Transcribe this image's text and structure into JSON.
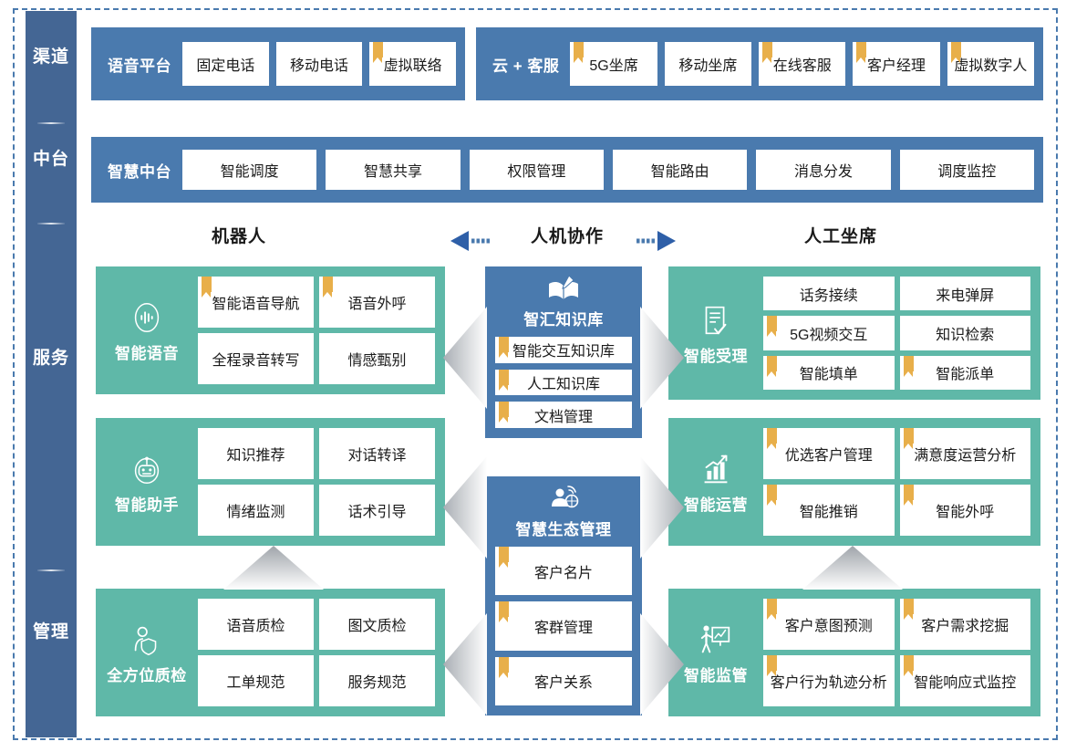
{
  "colors": {
    "blue": "#4A7AAE",
    "blue_dark": "#446694",
    "green": "#5FB8A8",
    "ribbon": "#E8AF4A",
    "white": "#FFFFFF",
    "frame_dash": "#4A7AAE"
  },
  "rail": {
    "items": [
      {
        "label": "渠道"
      },
      {
        "label": "中台"
      },
      {
        "label": "服务"
      },
      {
        "label": "管理"
      }
    ]
  },
  "channel_row": {
    "groups": [
      {
        "title": "语音平台",
        "cells": [
          {
            "label": "固定电话",
            "ribbon": false
          },
          {
            "label": "移动电话",
            "ribbon": false
          },
          {
            "label": "虚拟联络",
            "ribbon": true
          }
        ]
      },
      {
        "title": "云 + 客服",
        "cells": [
          {
            "label": "5G坐席",
            "ribbon": true
          },
          {
            "label": "移动坐席",
            "ribbon": false
          },
          {
            "label": "在线客服",
            "ribbon": true
          },
          {
            "label": "客户经理",
            "ribbon": true
          },
          {
            "label": "虚拟数字人",
            "ribbon": true
          }
        ]
      }
    ]
  },
  "platform_row": {
    "title": "智慧中台",
    "cells": [
      {
        "label": "智能调度",
        "ribbon": false
      },
      {
        "label": "智慧共享",
        "ribbon": false
      },
      {
        "label": "权限管理",
        "ribbon": false
      },
      {
        "label": "智能路由",
        "ribbon": false
      },
      {
        "label": "消息分发",
        "ribbon": false
      },
      {
        "label": "调度监控",
        "ribbon": false
      }
    ]
  },
  "column_headers": {
    "left": "机器人",
    "center": "人机协作",
    "right": "人工坐席",
    "arrow_left_icon": "arrow-left-icon",
    "arrow_right_icon": "arrow-right-icon"
  },
  "left_panels": [
    {
      "label": "智能语音",
      "icon": "voice-wave-icon",
      "layout": "2x2",
      "cells": [
        {
          "label": "智能语音导航",
          "ribbon": true
        },
        {
          "label": "语音外呼",
          "ribbon": true
        },
        {
          "label": "全程录音转写",
          "ribbon": false
        },
        {
          "label": "情感甄别",
          "ribbon": false
        }
      ]
    },
    {
      "label": "智能助手",
      "icon": "robot-icon",
      "layout": "2x2",
      "cells": [
        {
          "label": "知识推荐",
          "ribbon": false
        },
        {
          "label": "对话转译",
          "ribbon": false
        },
        {
          "label": "情绪监测",
          "ribbon": false
        },
        {
          "label": "话术引导",
          "ribbon": false
        }
      ]
    },
    {
      "label": "全方位质检",
      "icon": "person-shield-icon",
      "layout": "2x2",
      "cells": [
        {
          "label": "语音质检",
          "ribbon": false
        },
        {
          "label": "图文质检",
          "ribbon": false
        },
        {
          "label": "工单规范",
          "ribbon": false
        },
        {
          "label": "服务规范",
          "ribbon": false
        }
      ]
    }
  ],
  "center_columns": [
    {
      "title": "智汇知识库",
      "icon": "open-book-pen-icon",
      "items": [
        {
          "label": "智能交互知识库",
          "ribbon": true
        },
        {
          "label": "人工知识库",
          "ribbon": true
        },
        {
          "label": "文档管理",
          "ribbon": true
        }
      ]
    },
    {
      "title": "智慧生态管理",
      "icon": "ecosystem-person-icon",
      "items": [
        {
          "label": "客户名片",
          "ribbon": true
        },
        {
          "label": "客群管理",
          "ribbon": true
        },
        {
          "label": "客户关系",
          "ribbon": true
        }
      ]
    }
  ],
  "right_panels": [
    {
      "label": "智能受理",
      "icon": "form-check-icon",
      "layout": "2x3",
      "cells": [
        {
          "label": "话务接续",
          "ribbon": false
        },
        {
          "label": "来电弹屏",
          "ribbon": false
        },
        {
          "label": "5G视频交互",
          "ribbon": true
        },
        {
          "label": "知识检索",
          "ribbon": false
        },
        {
          "label": "智能填单",
          "ribbon": true
        },
        {
          "label": "智能派单",
          "ribbon": true
        }
      ]
    },
    {
      "label": "智能运营",
      "icon": "bar-chart-trend-icon",
      "layout": "2x2",
      "cells": [
        {
          "label": "优选客户管理",
          "ribbon": true
        },
        {
          "label": "满意度运营分析",
          "ribbon": true
        },
        {
          "label": "智能推销",
          "ribbon": true
        },
        {
          "label": "智能外呼",
          "ribbon": true
        }
      ]
    },
    {
      "label": "智能监管",
      "icon": "presenter-board-icon",
      "layout": "2x2",
      "cells": [
        {
          "label": "客户意图预测",
          "ribbon": true
        },
        {
          "label": "客户需求挖掘",
          "ribbon": true
        },
        {
          "label": "客户行为轨迹分析",
          "ribbon": true
        },
        {
          "label": "智能响应式监控",
          "ribbon": true
        }
      ]
    }
  ]
}
